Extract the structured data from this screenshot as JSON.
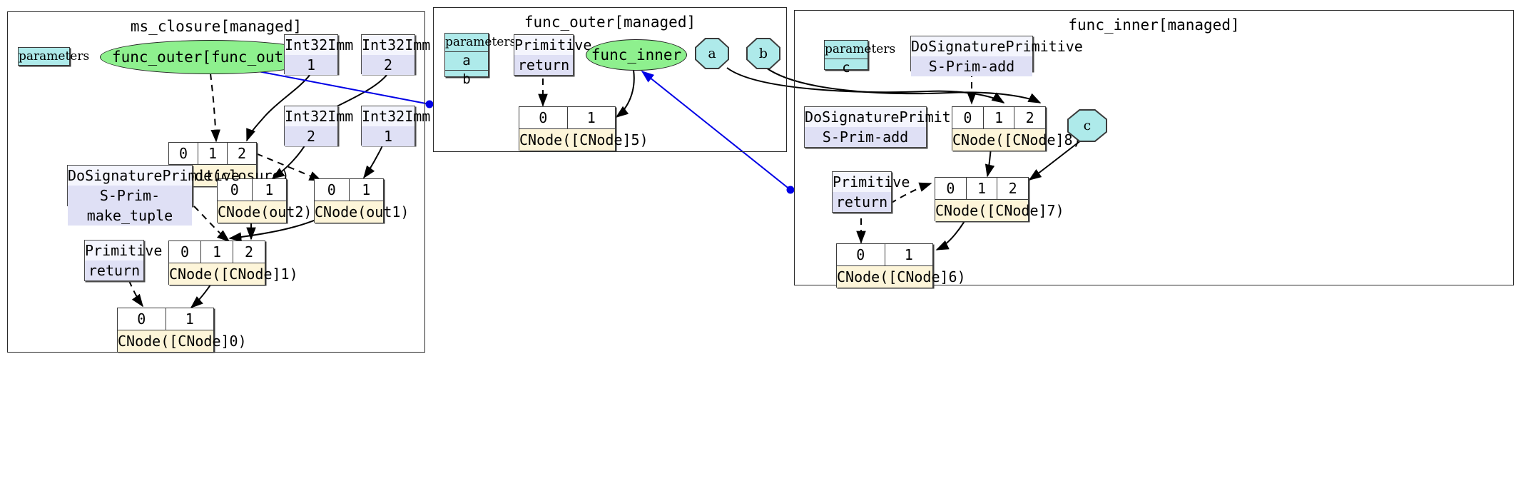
{
  "clusters": [
    {
      "id": "ms_closure",
      "title": "ms_closure[managed]"
    },
    {
      "id": "func_outer",
      "title": "func_outer[managed]"
    },
    {
      "id": "func_inner",
      "title": "func_inner[managed]"
    }
  ],
  "ms_closure": {
    "parameters": {
      "header": "parameters",
      "rows": []
    },
    "func_ellipse": "func_outer[func_outer]",
    "int_imm_1": {
      "type": "Int32Imm",
      "value": "1"
    },
    "int_imm_2": {
      "type": "Int32Imm",
      "value": "2"
    },
    "int_imm_3": {
      "type": "Int32Imm",
      "value": "2"
    },
    "int_imm_4": {
      "type": "Int32Imm",
      "value": "1"
    },
    "closure_node": {
      "ports": [
        "0",
        "1",
        "2"
      ],
      "label": "CNode(closure)"
    },
    "out2_node": {
      "ports": [
        "0",
        "1"
      ],
      "label": "CNode(out2)"
    },
    "out1_node": {
      "ports": [
        "0",
        "1"
      ],
      "label": "CNode(out1)"
    },
    "make_tuple": {
      "head": "DoSignaturePrimitive",
      "body": "S-Prim-make_tuple"
    },
    "primitive_return": {
      "head": "Primitive",
      "body": "return"
    },
    "cnode1": {
      "ports": [
        "0",
        "1",
        "2"
      ],
      "label": "CNode([CNode]1)"
    },
    "cnode0": {
      "ports": [
        "0",
        "1"
      ],
      "label": "CNode([CNode]0)"
    }
  },
  "func_outer": {
    "parameters": {
      "header": "parameters",
      "rows": [
        "a",
        "b"
      ]
    },
    "primitive_return": {
      "head": "Primitive",
      "body": "return"
    },
    "func_ellipse": "func_inner",
    "octagons": [
      "a",
      "b"
    ],
    "cnode5": {
      "ports": [
        "0",
        "1"
      ],
      "label": "CNode([CNode]5)"
    }
  },
  "func_inner": {
    "parameters": {
      "header": "parameters",
      "rows": [
        "c"
      ]
    },
    "add_top": {
      "head": "DoSignaturePrimitive",
      "body": "S-Prim-add"
    },
    "add_left": {
      "head": "DoSignaturePrimitive",
      "body": "S-Prim-add"
    },
    "primitive_return": {
      "head": "Primitive",
      "body": "return"
    },
    "octagon_c": "c",
    "cnode8": {
      "ports": [
        "0",
        "1",
        "2"
      ],
      "label": "CNode([CNode]8)"
    },
    "cnode7": {
      "ports": [
        "0",
        "1",
        "2"
      ],
      "label": "CNode([CNode]7)"
    },
    "cnode6": {
      "ports": [
        "0",
        "1"
      ],
      "label": "CNode([CNode]6)"
    }
  },
  "colors": {
    "edge_solid": "#000000",
    "edge_dashed": "#000000",
    "edge_blue": "#0000e6",
    "node_green": "#8ef08e",
    "node_cyan": "#aeeaea",
    "node_lavender": "#dfe0f5",
    "node_cream": "#fdf5d9",
    "cluster_border": "#2a2a2a"
  }
}
